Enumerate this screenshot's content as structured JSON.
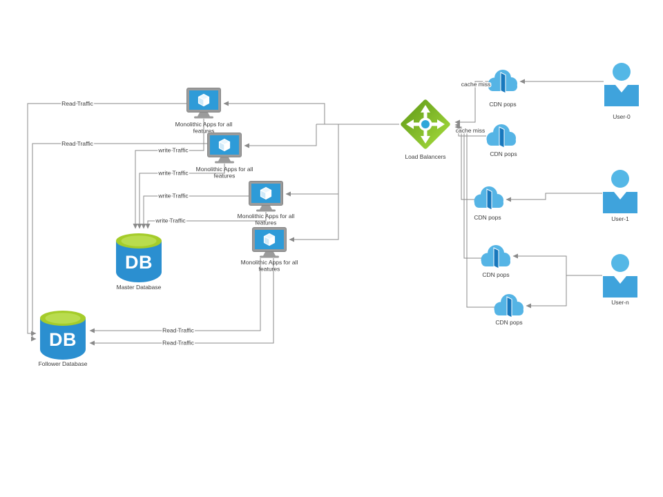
{
  "diagram": {
    "nodes": {
      "app": {
        "line1": "Monolithic Apps for all",
        "line2": "features"
      },
      "load_balancer": "Load Balancers",
      "master_db": {
        "label": "Master Database",
        "abbr": "DB"
      },
      "follower_db": {
        "label": "Follower Database",
        "abbr": "DB"
      },
      "cdn_pop": "CDN pops",
      "user0": "User-0",
      "user1": "User-1",
      "usern": "User-n"
    },
    "edge_labels": {
      "read": "Read Traffic",
      "write": "write Traffic",
      "cache_miss": "cache miss"
    },
    "colors": {
      "edge": "#8a8a8a",
      "text": "#3a3a3a",
      "screen_blue": "#2e9bd8",
      "frame_grey": "#9b9b9b",
      "cloud_blue": "#55b4e5",
      "door_blue": "#1878bd",
      "lb_green_dark": "#6fa81f",
      "lb_green_light": "#97ce35",
      "db_blue": "#2b8fd0",
      "db_top_green": "#a5cc2a",
      "user_blue": "#3fa3dc",
      "user_head": "#54b7e6"
    }
  }
}
